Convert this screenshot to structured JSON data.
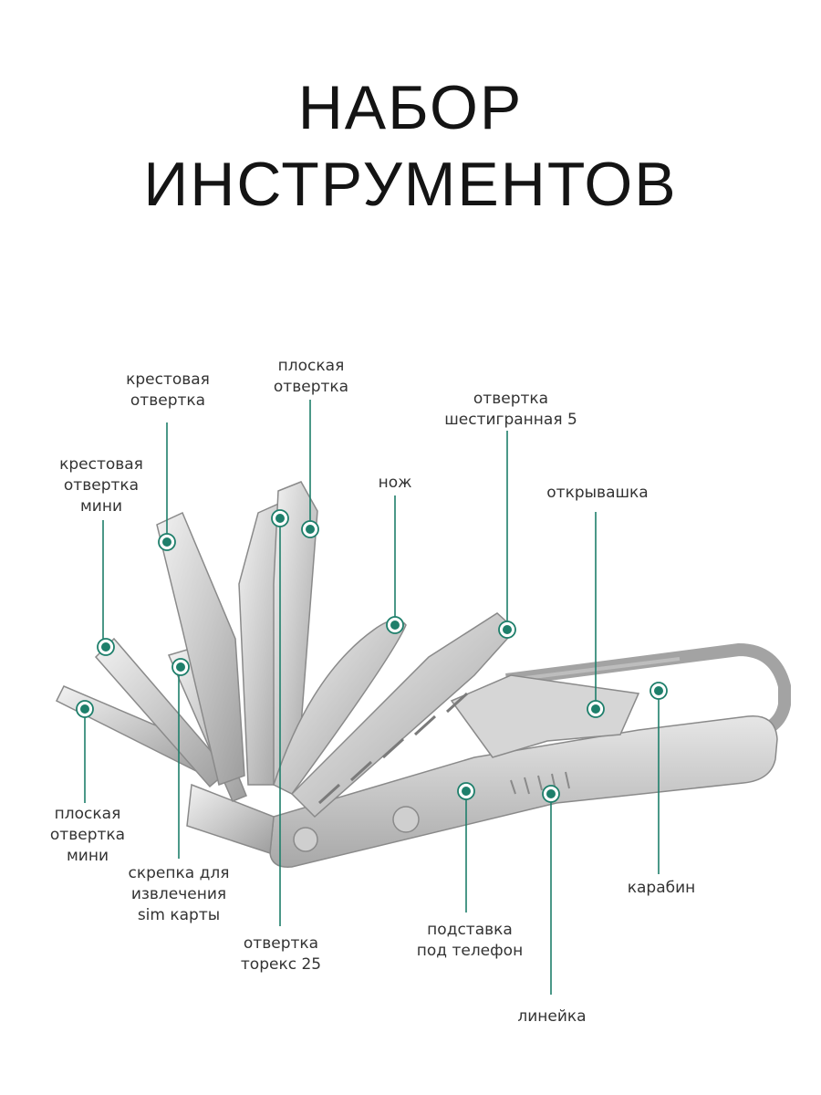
{
  "title": {
    "line1": "НАБОР",
    "line2": "ИНСТРУМЕНТОВ"
  },
  "accent_color": "#1e7f6b",
  "labels": {
    "phillips": "крестовая\nотвертка",
    "phillips_mini": "крестовая\nотвертка\nмини",
    "flat": "плоская\nотвертка",
    "hex5": "отвертка\nшестигранная 5",
    "knife": "нож",
    "opener": "открывашка",
    "flat_mini": "плоская\nотвертка\nмини",
    "sim_pin": "скрепка для\nизвлечения\nsim карты",
    "torx25": "отвертка\nторекс 25",
    "phone_stand": "подставка\nпод телефон",
    "carabiner": "карабин",
    "ruler": "линейка"
  }
}
